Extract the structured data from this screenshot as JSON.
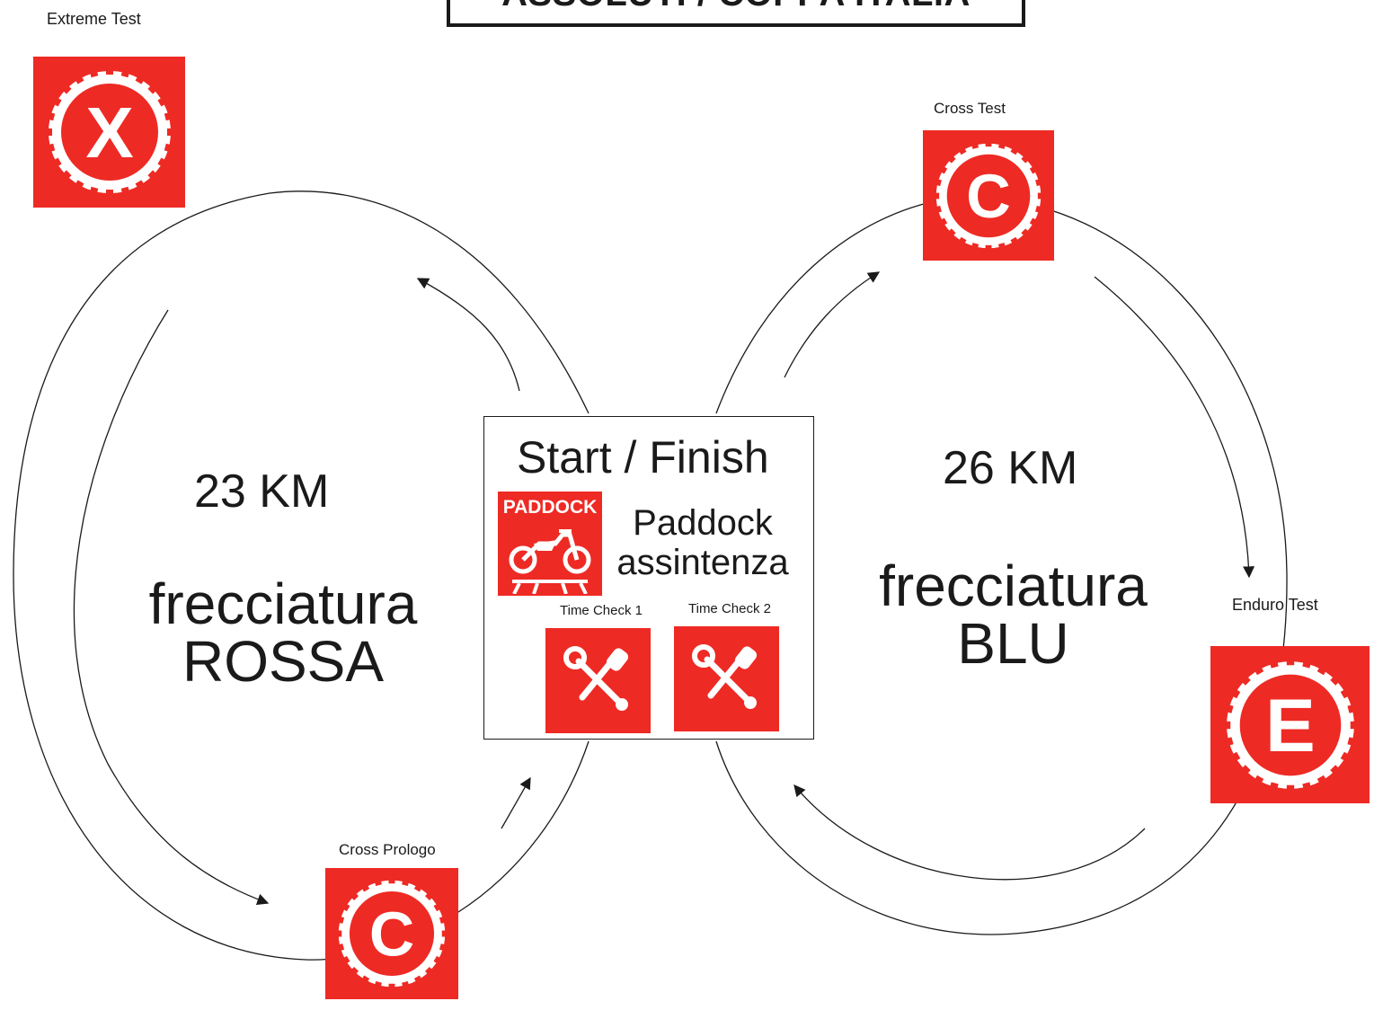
{
  "header": {
    "title": "ASSOLUTI / COPPA ITALIA"
  },
  "colors": {
    "sign_red": "#ee2a24",
    "line": "#1a1a1a",
    "background": "#ffffff"
  },
  "loops": {
    "left": {
      "distance": "23 KM",
      "marking_line1": "frecciatura",
      "marking_line2": "ROSSA"
    },
    "right": {
      "distance": "26 KM",
      "marking_line1": "frecciatura",
      "marking_line2": "BLU"
    }
  },
  "tests": {
    "extreme": {
      "label": "Extreme Test",
      "letter": "X",
      "icon": "x-tyre-icon"
    },
    "cross": {
      "label": "Cross Test",
      "letter": "C",
      "icon": "c-tyre-icon"
    },
    "enduro": {
      "label": "Enduro Test",
      "letter": "E",
      "icon": "e-tyre-icon"
    },
    "cross_prologo": {
      "label": "Cross Prologo",
      "letter": "C",
      "icon": "c-tyre-icon"
    }
  },
  "center": {
    "title": "Start / Finish",
    "paddock_sign": "PADDOCK",
    "paddock_line1": "Paddock",
    "paddock_line2": "assintenza",
    "time_check_1": "Time Check 1",
    "time_check_2": "Time Check 2",
    "time_check_icon": "wrench-screwdriver-icon"
  }
}
